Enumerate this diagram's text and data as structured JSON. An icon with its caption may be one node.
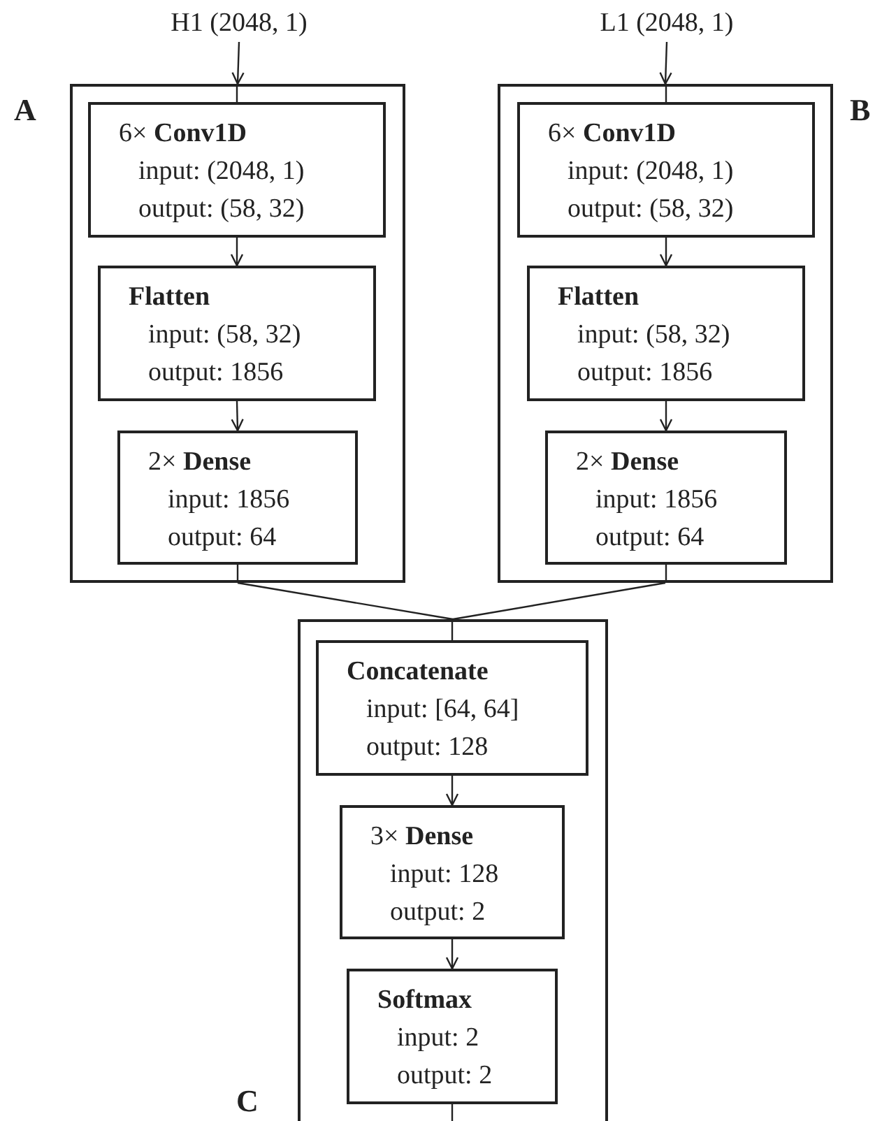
{
  "diagram": {
    "nodes": [
      {
        "text": [
          "H1 (2048, 1)"
        ]
      },
      {
        "text": [
          "A"
        ]
      },
      {
        "text": [
          "6× **Conv1D**",
          "input: (2048, 1)",
          "output: (58, 32)"
        ],
        "in": 1
      },
      {
        "text": [
          "**Flatten**",
          "input: (58, 32)",
          "output: 1856"
        ],
        "in": 1
      },
      {
        "text": [
          "2× **Dense**",
          "input: 1856",
          "output: 64"
        ],
        "in": 1
      },
      {
        "text": [
          "L1 (2048, 1)"
        ]
      },
      {
        "text": [
          "B"
        ]
      },
      {
        "text": [
          "6× **Conv1D**",
          "input: (2048, 1)",
          "output: (58, 32)"
        ],
        "in": 6
      },
      {
        "text": [
          "**Flatten**",
          "input: (58, 32)",
          "output: 1856"
        ],
        "in": 6
      },
      {
        "text": [
          "2× **Dense**",
          "input: 1856",
          "output: 64"
        ],
        "in": 6
      },
      {
        "text": [
          "C"
        ]
      },
      {
        "text": [
          "**Concatenate**",
          "input: [64, 64]",
          "output: 128"
        ],
        "in": 10
      },
      {
        "text": [
          "3× **Dense**",
          "input: 128",
          "output: 2"
        ],
        "in": 10
      },
      {
        "text": [
          "**Softmax**",
          "input: 2",
          "output: 2"
        ],
        "in": 10
      }
    ],
    "edges": [
      {
        "from": 0,
        "to": 1,
        "arrow": "to"
      },
      {
        "from": 1,
        "to": 2,
        "arrow": "none"
      },
      {
        "from": 2,
        "to": 3,
        "arrow": "to"
      },
      {
        "from": 3,
        "to": 4,
        "arrow": "to"
      },
      {
        "from": 4,
        "to": 1,
        "arrow": "none"
      },
      {
        "from": 5,
        "to": 6,
        "arrow": "to"
      },
      {
        "from": 6,
        "to": 7,
        "arrow": "none"
      },
      {
        "from": 7,
        "to": 8,
        "arrow": "to"
      },
      {
        "from": 8,
        "to": 9,
        "arrow": "to"
      },
      {
        "from": 9,
        "to": 6,
        "arrow": "none"
      },
      {
        "from": 1,
        "to": 10,
        "arrow": "none"
      },
      {
        "from": 6,
        "to": 10,
        "arrow": "none"
      },
      {
        "from": 10,
        "to": 11,
        "arrow": "none"
      },
      {
        "from": 11,
        "to": 12,
        "arrow": "to"
      },
      {
        "from": 12,
        "to": 13,
        "arrow": "to"
      },
      {
        "from": 13,
        "to": null,
        "arrow": "none"
      }
    ]
  }
}
